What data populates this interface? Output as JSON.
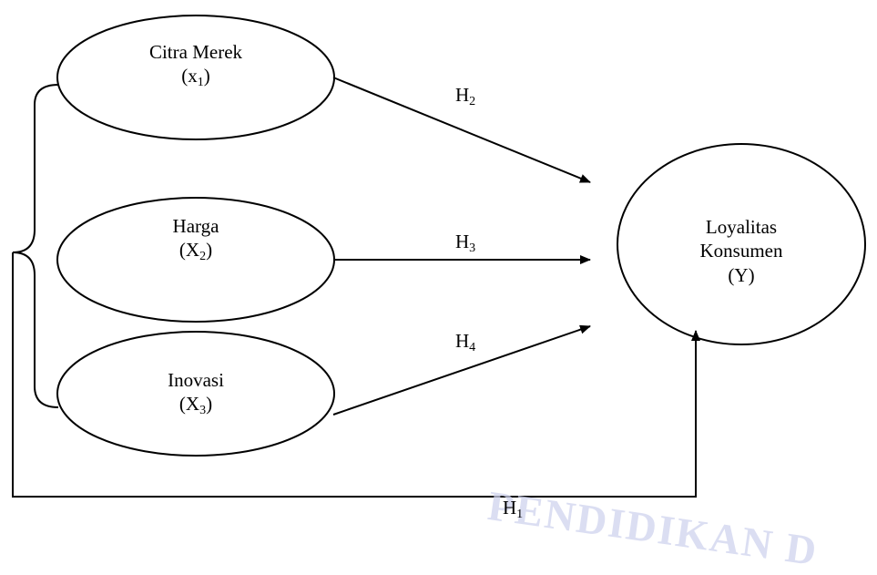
{
  "nodes": {
    "x1": {
      "name": "Citra Merek",
      "var_base": "x",
      "var_sub": "1"
    },
    "x2": {
      "name": "Harga",
      "var_base": "X",
      "var_sub": "2"
    },
    "x3": {
      "name": "Inovasi",
      "var_base": "X",
      "var_sub": "3"
    },
    "y": {
      "line1": "Loyalitas",
      "line2": "Konsumen",
      "var": "(Y)"
    }
  },
  "hypotheses": {
    "h1": {
      "base": "H",
      "sub": "1"
    },
    "h2": {
      "base": "H",
      "sub": "2"
    },
    "h3": {
      "base": "H",
      "sub": "3"
    },
    "h4": {
      "base": "H",
      "sub": "4"
    }
  },
  "watermark": {
    "text": "PENDIDIKAN D"
  },
  "colors": {
    "stroke": "#000000",
    "background": "#ffffff",
    "watermark": "#cfd3ee"
  }
}
